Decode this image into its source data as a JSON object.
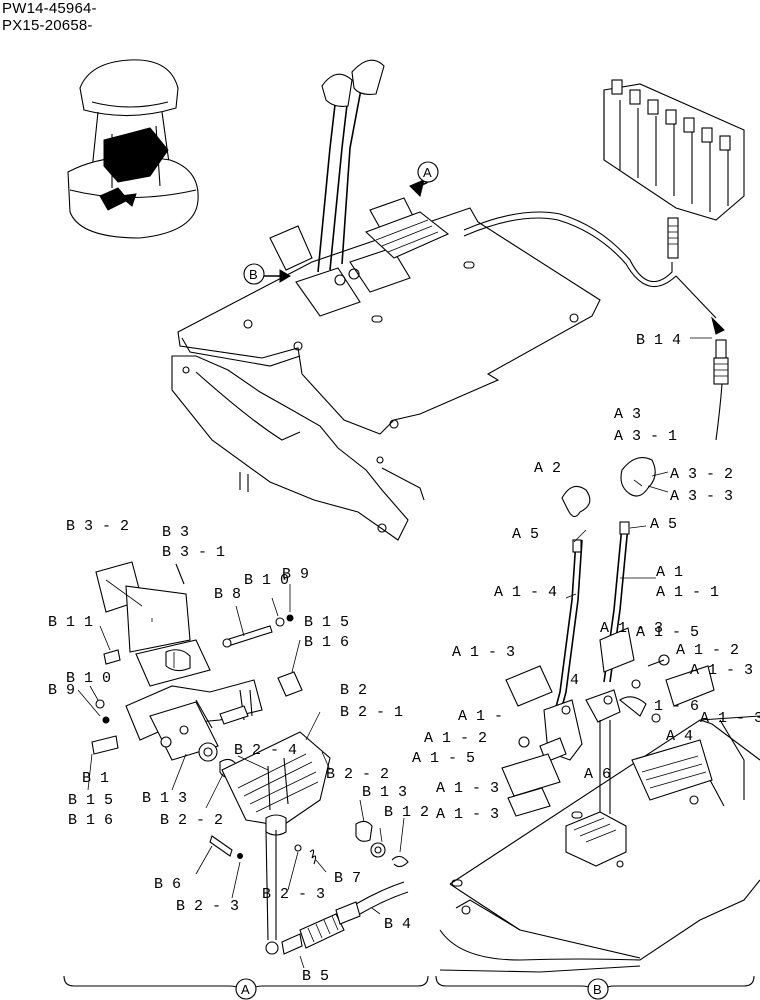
{
  "serials": [
    "PW14-45964-",
    "PX15-20658-"
  ],
  "views": {
    "view_a_marker": "A",
    "view_b_marker": "B"
  },
  "callouts": {
    "B14": "B 1 4",
    "A3": "A 3",
    "A3_1": "A 3 - 1",
    "A2": "A 2",
    "A3_2": "A 3 - 2",
    "A3_3": "A 3 - 3",
    "A5_left": "A 5",
    "A5_right": "A 5",
    "A1": "A 1",
    "A1_1": "A 1 - 1",
    "A1_4": "A 1 - 4",
    "A1_3_a": "A 1 - 3",
    "A1_3_b": "A 1 - 3",
    "A1_5_a": "A 1 - 5",
    "A1_2_a": "A 1 - 2",
    "A1_3_c": "A 1 - 3",
    "A4_a": "4",
    "A1_trunc": "A 1 -",
    "A1_6": "1 - 6",
    "A1_3_d": "A 1 - 3",
    "A1_2_b": "A 1 - 2",
    "A1_5_b": "A 1 - 5",
    "A1_3_e": "A 1 - 3",
    "A1_3_f": "A 1 - 3",
    "A4_b": "A 4",
    "A6": "A 6",
    "B3_2": "B 3 - 2",
    "B3": "B 3",
    "B3_1": "B 3 - 1",
    "B8": "B 8",
    "B10_top": "B 1 0",
    "B9_top": "B 9",
    "B11": "B 1 1",
    "B15_top": "B 1 5",
    "B16_top": "B 1 6",
    "B10_left": "B 1 0",
    "B9_left": "B 9",
    "B2": "B 2",
    "B2_1": "B 2 - 1",
    "B2_4": "B 2 - 4",
    "B2_2_a": "B 2 - 2",
    "B1": "B 1",
    "B15_bot": "B 1 5",
    "B16_bot": "B 1 6",
    "B13_a": "B 1 3",
    "B2_2_b": "B 2 - 2",
    "B13_b": "B 1 3",
    "B12": "B 1 2",
    "B6": "B 6",
    "B2_3_a": "B 2 - 3",
    "B2_3_b": "B 2 - 3",
    "B7": "B 7",
    "B4": "B 4",
    "B5": "B 5"
  }
}
